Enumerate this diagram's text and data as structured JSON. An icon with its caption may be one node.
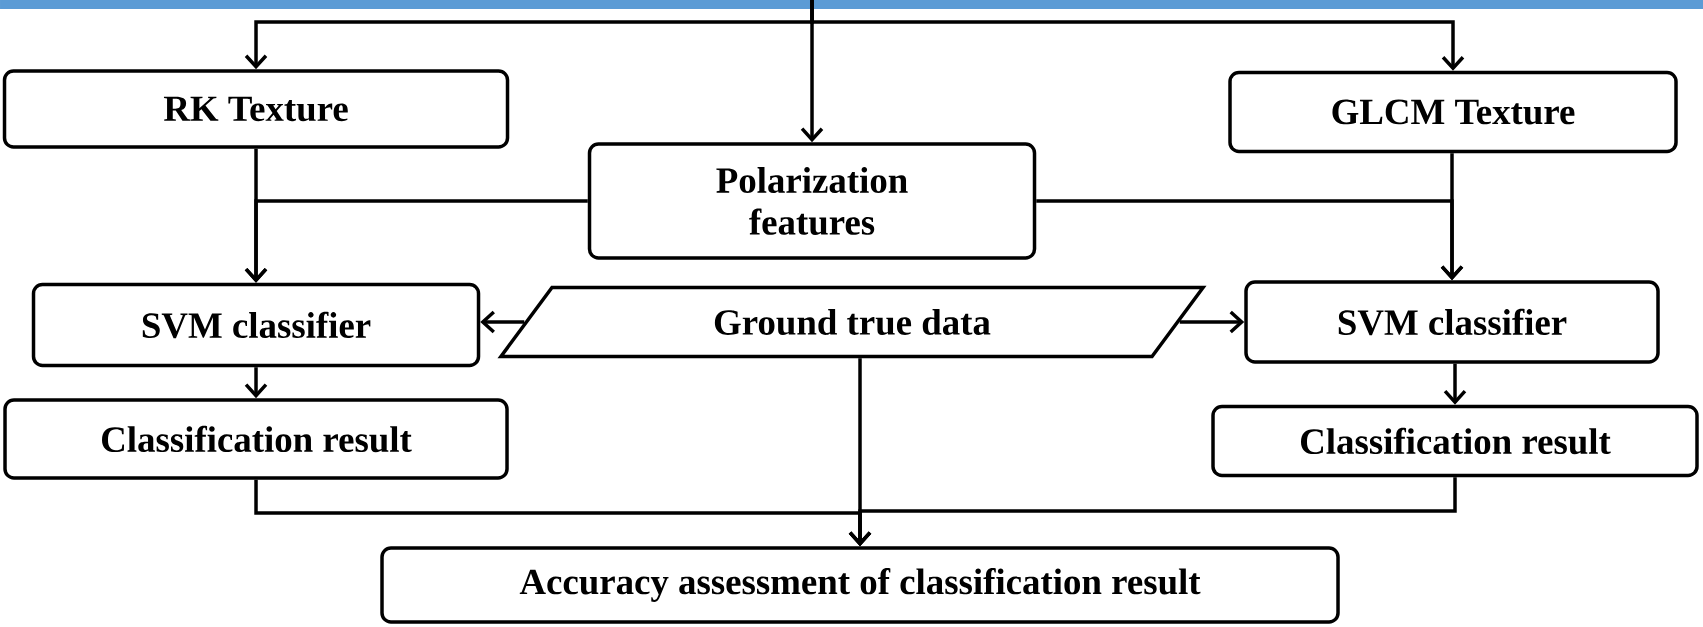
{
  "diagram": {
    "nodes": [
      {
        "text": [
          "RK Texture"
        ]
      },
      {
        "text": [
          "Polarization features"
        ]
      },
      {
        "text": [
          "GLCM Texture"
        ]
      },
      {
        "text": [
          "SVM classifier"
        ]
      },
      {
        "text": [
          "Ground true data"
        ]
      },
      {
        "text": [
          "SVM classifier"
        ]
      },
      {
        "text": [
          "Classification result"
        ]
      },
      {
        "text": [
          "Classification result"
        ]
      },
      {
        "text": [
          "Accuracy assessment of classification result"
        ]
      }
    ],
    "edges": [
      {
        "from": null,
        "to": 0,
        "arrow": "to"
      },
      {
        "from": null,
        "to": 1,
        "arrow": "to"
      },
      {
        "from": null,
        "to": 2,
        "arrow": "to"
      },
      {
        "from": 0,
        "to": 3,
        "arrow": "to"
      },
      {
        "from": 1,
        "to": 3,
        "arrow": "to"
      },
      {
        "from": 1,
        "to": 5,
        "arrow": "to"
      },
      {
        "from": 2,
        "to": 5,
        "arrow": "to"
      },
      {
        "from": 4,
        "to": 3,
        "arrow": "to"
      },
      {
        "from": 4,
        "to": 5,
        "arrow": "to"
      },
      {
        "from": 3,
        "to": 6,
        "arrow": "to"
      },
      {
        "from": 5,
        "to": 7,
        "arrow": "to"
      },
      {
        "from": 6,
        "to": 8,
        "arrow": "to"
      },
      {
        "from": 7,
        "to": 8,
        "arrow": "to"
      },
      {
        "from": 4,
        "to": 8,
        "arrow": "to"
      }
    ]
  }
}
